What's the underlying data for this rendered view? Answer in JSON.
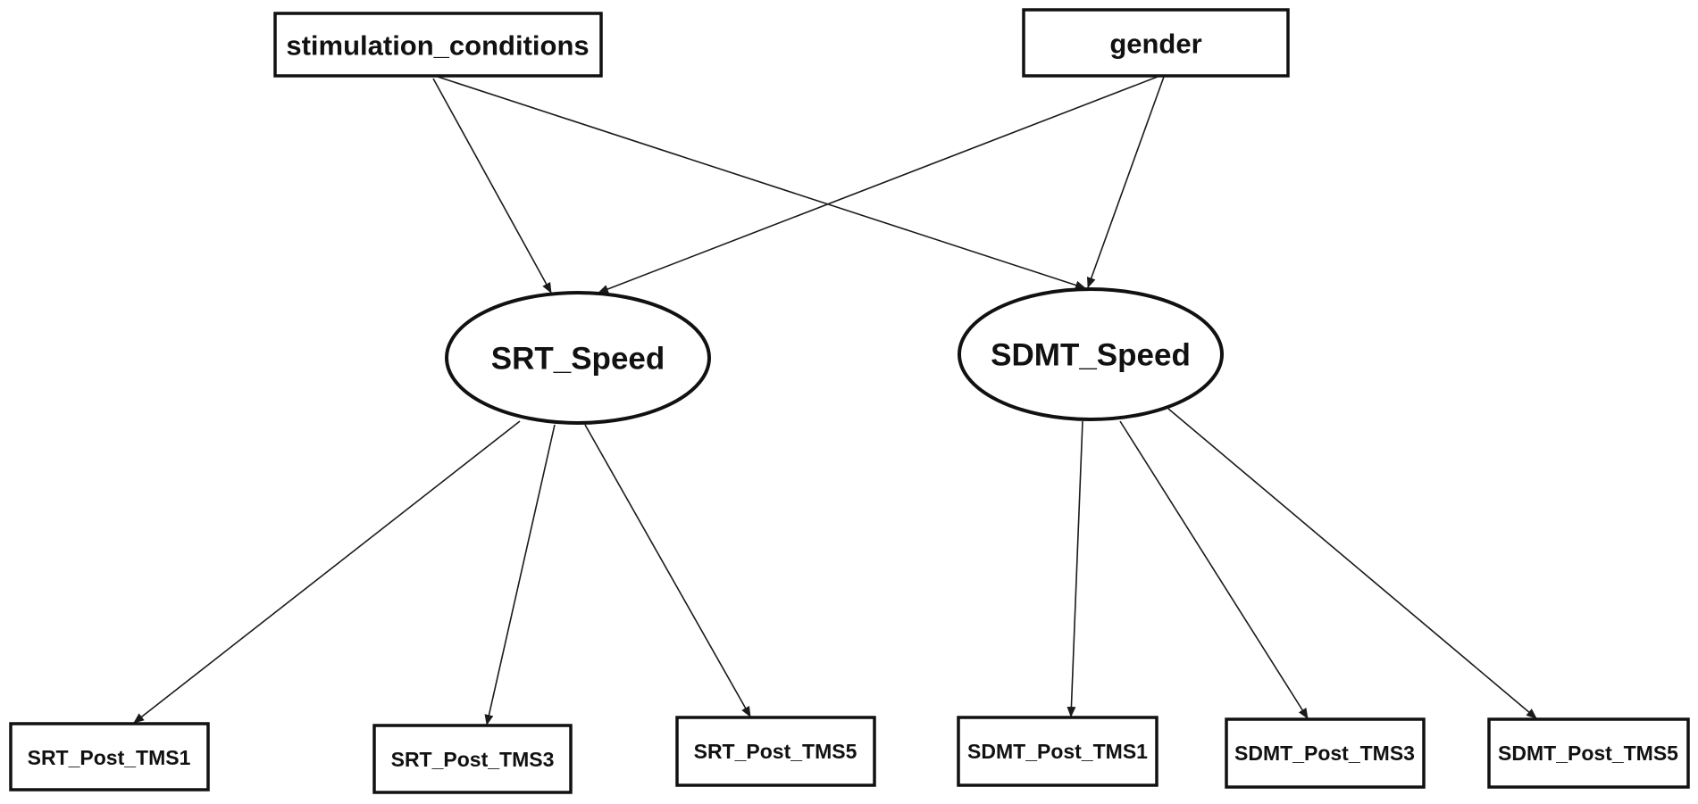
{
  "diagram": {
    "type": "structural-equation-model",
    "predictors": [
      {
        "id": "stimulation_conditions",
        "label": "stimulation_conditions"
      },
      {
        "id": "gender",
        "label": "gender"
      }
    ],
    "latents": [
      {
        "id": "SRT_Speed",
        "label": "SRT_Speed"
      },
      {
        "id": "SDMT_Speed",
        "label": "SDMT_Speed"
      }
    ],
    "indicators": [
      {
        "id": "SRT_Post_TMS1",
        "label": "SRT_Post_TMS1"
      },
      {
        "id": "SRT_Post_TMS3",
        "label": "SRT_Post_TMS3"
      },
      {
        "id": "SRT_Post_TMS5",
        "label": "SRT_Post_TMS5"
      },
      {
        "id": "SDMT_Post_TMS1",
        "label": "SDMT_Post_TMS1"
      },
      {
        "id": "SDMT_Post_TMS3",
        "label": "SDMT_Post_TMS3"
      },
      {
        "id": "SDMT_Post_TMS5",
        "label": "SDMT_Post_TMS5"
      }
    ],
    "edges": [
      {
        "from": "stimulation_conditions",
        "to": "SRT_Speed"
      },
      {
        "from": "stimulation_conditions",
        "to": "SDMT_Speed"
      },
      {
        "from": "gender",
        "to": "SRT_Speed"
      },
      {
        "from": "gender",
        "to": "SDMT_Speed"
      },
      {
        "from": "SRT_Speed",
        "to": "SRT_Post_TMS1"
      },
      {
        "from": "SRT_Speed",
        "to": "SRT_Post_TMS3"
      },
      {
        "from": "SRT_Speed",
        "to": "SRT_Post_TMS5"
      },
      {
        "from": "SDMT_Speed",
        "to": "SDMT_Post_TMS1"
      },
      {
        "from": "SDMT_Speed",
        "to": "SDMT_Post_TMS3"
      },
      {
        "from": "SDMT_Speed",
        "to": "SDMT_Post_TMS5"
      }
    ],
    "colors": {
      "stroke": "#111111",
      "text": "#111111",
      "background": "#ffffff"
    }
  }
}
